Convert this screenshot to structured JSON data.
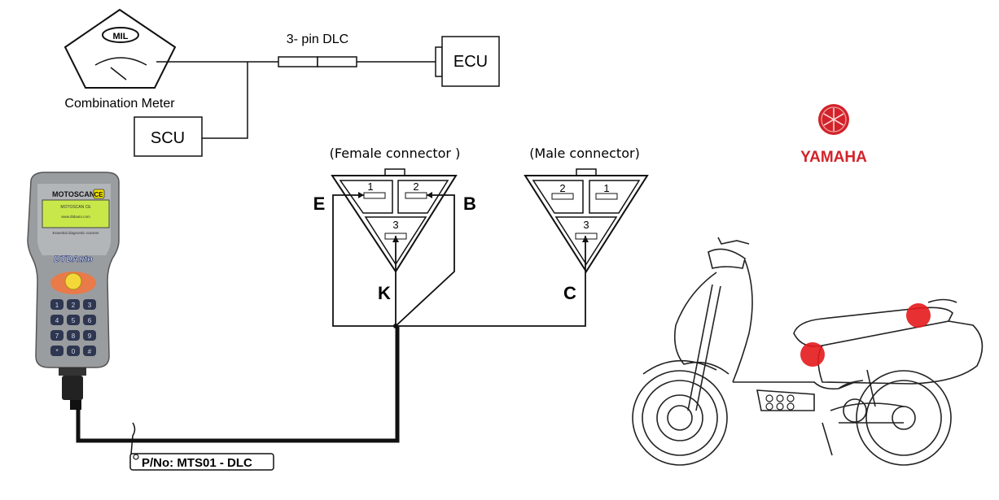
{
  "diagram": {
    "meter_label": "Combination Meter",
    "mil_label": "MIL",
    "dlc_label": "3- pin DLC",
    "ecu_label": "ECU",
    "scu_label": "SCU",
    "female_connector_label": "(Female connector )",
    "male_connector_label": "(Male connector)",
    "female_pins": [
      "1",
      "2",
      "3"
    ],
    "male_pins": [
      "2",
      "1",
      "3"
    ],
    "wire_letters": {
      "e": "E",
      "b": "B",
      "k": "K",
      "c": "C"
    },
    "part_number": "P/No: MTS01 - DLC"
  },
  "device": {
    "brand": "MOTOSCAN",
    "brand_badge": "CE",
    "screen_title": "MOTOSCAN CE",
    "screen_url": "www.dtdauto.com",
    "screen_footer": "Essential diagnostic scanner",
    "maker": "DTDAuto",
    "keys": [
      "1",
      "2",
      "3",
      "4",
      "5",
      "6",
      "7",
      "8",
      "9",
      "*",
      "0",
      "#"
    ]
  },
  "logo": {
    "text": "YAMAHA",
    "color": "#d2232a"
  },
  "colors": {
    "line": "#111111",
    "accent_red": "#e3191b"
  }
}
